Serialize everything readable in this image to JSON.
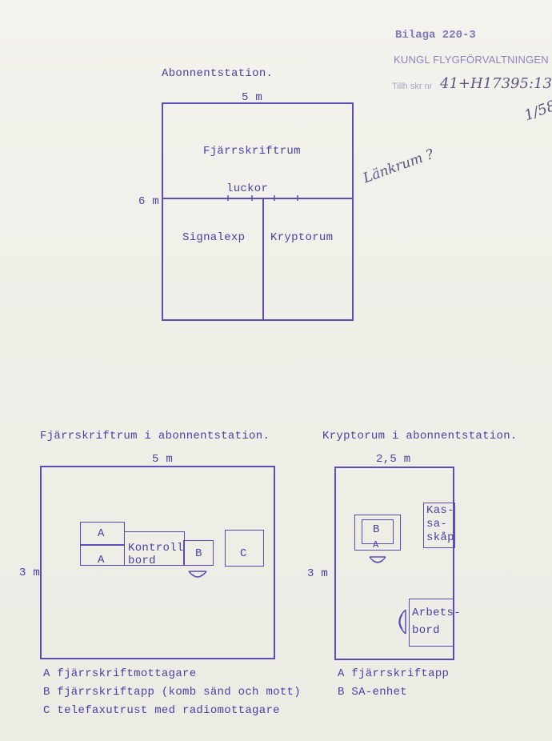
{
  "stamp": {
    "bilaga": "Bilaga 220-3",
    "office": "KUNGL FLYGFÖRVALTNINGEN",
    "tillh_label": "Tillh skr nr",
    "tillh_number": "41+H17395:13"
  },
  "handwritten": {
    "fraction": "1/58",
    "note": "Länkrum ?"
  },
  "top_plan": {
    "title": "Abonnentstation.",
    "width_label": "5 m",
    "height_label": "6 m",
    "room_upper": "Fjärrskriftrum",
    "hatch_label": "luckor",
    "room_lower_left": "Signalexp",
    "room_lower_right": "Kryptorum"
  },
  "left_plan": {
    "title": "Fjärrskriftrum i abonnentstation.",
    "width_label": "5 m",
    "height_label": "3 m",
    "unit_a1": "A",
    "unit_a2": "A",
    "table_line1": "Kontroll",
    "table_line2": "bord",
    "unit_b": "B",
    "unit_c": "C",
    "legend": [
      "A fjärrskriftmottagare",
      "B fjärrskriftapp (komb sänd och mott)",
      "C telefaxutrust med radiomottagare"
    ]
  },
  "right_plan": {
    "title": "Kryptorum i abonnentstation.",
    "width_label": "2,5 m",
    "height_label": "3 m",
    "unit_b": "B",
    "unit_a": "A",
    "cabinet_line1": "Kas-",
    "cabinet_line2": "sa-",
    "cabinet_line3": "skåp",
    "desk_line1": "Arbets-",
    "desk_line2": "bord",
    "legend": [
      "A fjärrskriftapp",
      "B SA-enhet"
    ]
  }
}
